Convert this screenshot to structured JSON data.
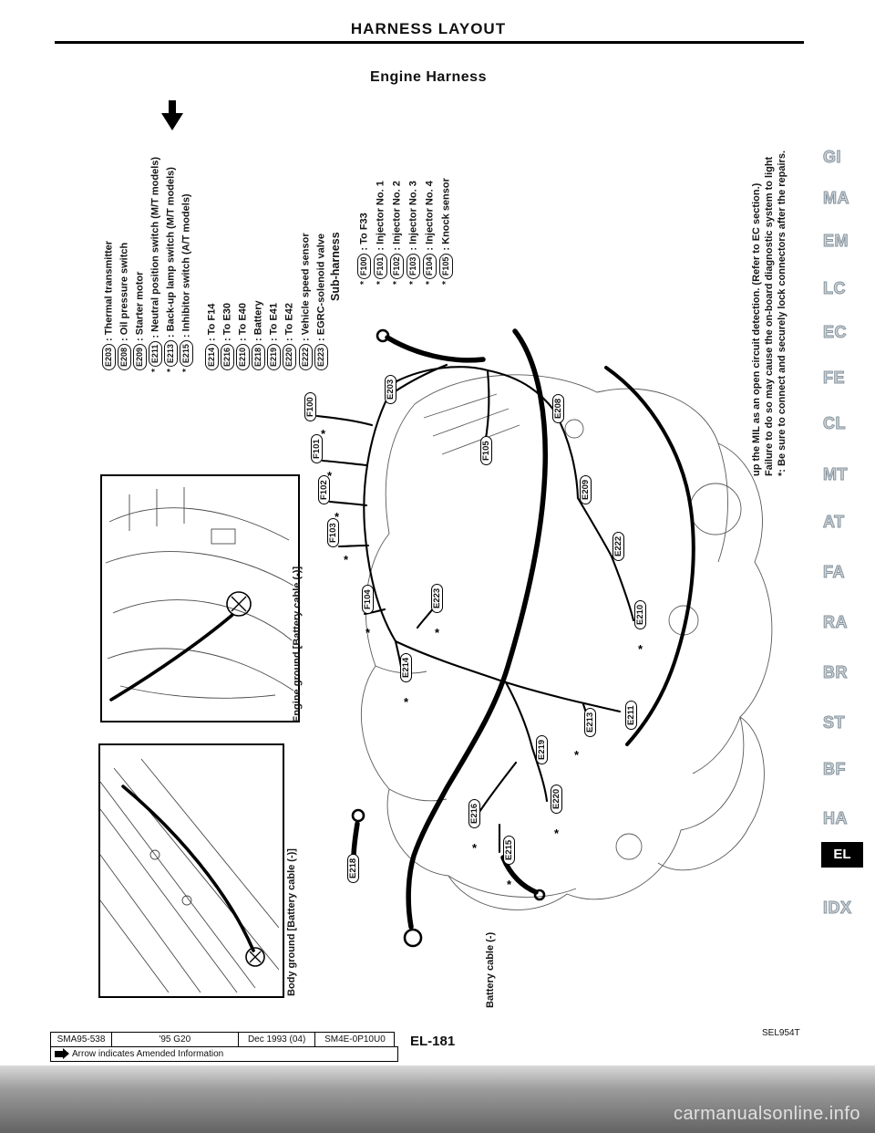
{
  "header": {
    "title": "HARNESS LAYOUT",
    "subtitle": "Engine Harness"
  },
  "legend": {
    "items": [
      {
        "code": "E203",
        "label": ": Thermal transmitter",
        "star": ""
      },
      {
        "code": "E208",
        "label": ": Oil pressure switch",
        "star": ""
      },
      {
        "code": "E209",
        "label": ": Starter motor",
        "star": ""
      },
      {
        "code": "E211",
        "label": ": Neutral position switch (M/T models)",
        "star": "*"
      },
      {
        "code": "E213",
        "label": ": Back-up lamp switch (M/T models)",
        "star": "*"
      },
      {
        "code": "E215",
        "label": ": Inhibitor switch (A/T models)",
        "star": "*"
      },
      {
        "code": "E214",
        "label": ": To F14",
        "star": ""
      },
      {
        "code": "E216",
        "label": ": To E30",
        "star": ""
      },
      {
        "code": "E210",
        "label": ": To E40",
        "star": ""
      },
      {
        "code": "E218",
        "label": ": Battery",
        "star": ""
      },
      {
        "code": "E219",
        "label": ": To E41",
        "star": ""
      },
      {
        "code": "E220",
        "label": ": To E42",
        "star": ""
      },
      {
        "code": "E222",
        "label": ": Vehicle speed sensor",
        "star": ""
      },
      {
        "code": "E223",
        "label": ": EGRC-solenoid valve",
        "star": ""
      }
    ],
    "sub_harness": {
      "title": "Sub-harness",
      "items": [
        {
          "code": "F100",
          "label": ": To F33",
          "star": "*"
        },
        {
          "code": "F101",
          "label": ": Injector No. 1",
          "star": "*"
        },
        {
          "code": "F102",
          "label": ": Injector No. 2",
          "star": "*"
        },
        {
          "code": "F103",
          "label": ": Injector No. 3",
          "star": "*"
        },
        {
          "code": "F104",
          "label": ": Injector No. 4",
          "star": "*"
        },
        {
          "code": "F105",
          "label": ": Knock sensor",
          "star": "*"
        }
      ]
    },
    "note_lines": [
      "*: Be sure to connect and securely lock connectors after the repairs.",
      "Failure to do so may cause the on-board diagnostic system to light",
      "up the MIL as an open circuit detection. (Refer to EC section.)"
    ]
  },
  "tabs": [
    "GI",
    "MA",
    "EM",
    "LC",
    "EC",
    "FE",
    "CL",
    "MT",
    "AT",
    "FA",
    "RA",
    "BR",
    "ST",
    "BF",
    "HA",
    "EL",
    "IDX"
  ],
  "diagram": {
    "connectors": [
      "F100",
      "F101",
      "F102",
      "F103",
      "F104",
      "F105",
      "E203",
      "E208",
      "E209",
      "E222",
      "E223",
      "E210",
      "E214",
      "E211",
      "E213",
      "E219",
      "E220",
      "E216",
      "E215",
      "E218"
    ],
    "battery_cable_label": "Battery cable (-)",
    "star": "*"
  },
  "insets": {
    "engine_ground_label": "Engine ground [Battery cable (-)]",
    "body_ground_label": "Body ground [Battery cable (-)]"
  },
  "footer": {
    "doc_no": "SMA95-538",
    "model": "'95 G20",
    "date": "Dec 1993 (04)",
    "pub_no": "SM4E-0P10U0",
    "page": "EL-181",
    "amend_note": "Arrow indicates Amended Information",
    "ref_code": "SEL954T"
  },
  "watermark": "carmanualsonline.info"
}
